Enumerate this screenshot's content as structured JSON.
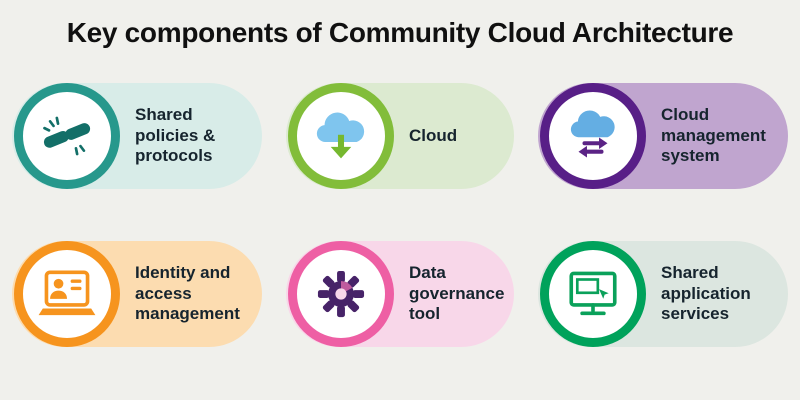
{
  "title": "Key components of Community Cloud Architecture",
  "background": "#f0f0ec",
  "text_color": "#16242e",
  "cards": [
    {
      "label": "Shared policies & protocols",
      "icon": "handshake-icon",
      "ring_color": "#27988c",
      "pill_color": "#d8ece8",
      "icon_color": "#136f68",
      "icon_accent": "#136f68"
    },
    {
      "label": "Cloud",
      "icon": "cloud-download-icon",
      "ring_color": "#82bd3a",
      "pill_color": "#dcead0",
      "icon_color": "#7fc5ee",
      "icon_accent": "#76b82f"
    },
    {
      "label": "Cloud management system",
      "icon": "cloud-sync-icon",
      "ring_color": "#581f87",
      "pill_color": "#c0a5cf",
      "icon_color": "#64aee3",
      "icon_accent": "#5b2385"
    },
    {
      "label": "Identity and access management",
      "icon": "identity-access-icon",
      "ring_color": "#f6941e",
      "pill_color": "#fcdcb0",
      "icon_color": "#f6941e",
      "icon_accent": "#f6941e"
    },
    {
      "label": "Data governance tool",
      "icon": "gear-icon",
      "ring_color": "#ee5fa4",
      "pill_color": "#f8d7e9",
      "icon_color": "#472368",
      "icon_accent": "#bf5c9e"
    },
    {
      "label": "Shared application services",
      "icon": "monitor-icon",
      "ring_color": "#00a25b",
      "pill_color": "#dce6e0",
      "icon_color": "#0aa15a",
      "icon_accent": "#0aa15a"
    }
  ]
}
